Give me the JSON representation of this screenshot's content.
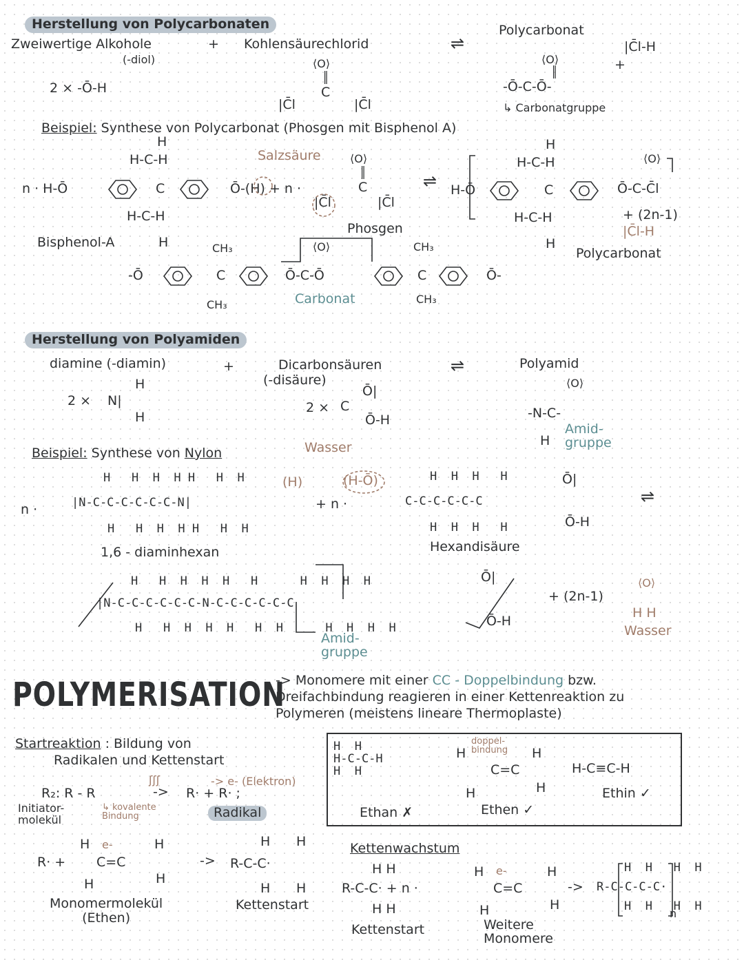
{
  "polycarbonate": {
    "heading": "Herstellung von Polycarbonaten",
    "diol_label": "Zweiwertige Alkohole",
    "diol_sub": "(-diol)",
    "plus": "+",
    "acid_chloride_label": "Kohlensäurechlorid",
    "equilibrium": "⇌",
    "product_label": "Polycarbonat",
    "hcl_formula": "|C̄l-H",
    "diol_formula": "2 × -Ō-H",
    "carbonyl_o": "⟨O⟩",
    "carbonyl_c": "C",
    "cl_left": "|C̄l",
    "cl_right": "|C̄l",
    "carbonate_formula": "-Ō-C-Ō-",
    "carbonate_group": "↳ Carbonatgruppe",
    "example_prefix": "Beispiel:",
    "example_text": " Synthese von Polycarbonat (Phosgen mit Bisphenol A)",
    "salzsaeure": "Salzsäure",
    "n_prefix": "n · H-Ō",
    "oh_part": "Ō-(H) + n ·",
    "methyl_top": "H-C-H",
    "methyl_bottom": "H-C-H",
    "h_top": "H",
    "h_bottom": "H",
    "central_c": "C",
    "phosgen": "Phosgen",
    "bisphenol_label": "Bisphenol-A",
    "product_end": "Ō-C-C̄l",
    "product_start": "H-Ō",
    "byproduct": "+ (2n-1)",
    "byproduct_hcl": "|C̄l-H",
    "product_name": "Polycarbonat",
    "chain_start": "-Ō",
    "chain_end": "Ō-",
    "ch3_top_1": "CH₃",
    "ch3_bottom_1": "CH₃",
    "ch3_top_2": "CH₃",
    "ch3_bottom_2": "CH₃",
    "carbonate_middle": "Ō-C-Ō",
    "carbonat_label": "Carbonat"
  },
  "polyamide": {
    "heading": "Herstellung von Polyamiden",
    "diamine_label": "diamine (-diamin)",
    "plus": "+",
    "dicarbon_label": "Dicarbonsäuren",
    "dicarbon_sub": "(-disäure)",
    "equilibrium": "⇌",
    "product_label": "Polyamid",
    "diamine_formula_factor": "2 ×",
    "diamine_n": "N|",
    "diamine_h": "H",
    "acid_factor": "2 ×",
    "acid_formula": "C",
    "acid_o": "Ō|",
    "acid_oh": "Ō-H",
    "amide_formula": "-N-C-",
    "amide_o": "⟨O⟩",
    "amide_h": "H",
    "amide_group": "Amid-\ngruppe",
    "example_prefix": "Beispiel:",
    "example_text": " Synthese von ",
    "example_name": "Nylon",
    "wasser": "Wasser",
    "n_label": "n ·",
    "diamine_top_h": "H   H  H  H H   H  H",
    "diamine_chain": "|N-C-C-C-C-C-C-N|",
    "diamine_bottom_h": "H   H  H  H H   H  H",
    "diamine_end_h": "(H)",
    "plus_n": "+ n ·",
    "acid_oh_left": "(H-Ō)",
    "acid_chain_top": "H  H  H   H",
    "acid_chain": "C-C-C-C-C-C",
    "acid_chain_bottom": "H  H  H   H",
    "acid_right_o": "Ō|",
    "acid_right_oh": "Ō-H",
    "diamin_name": "1,6 - diaminhexan",
    "hexan_name": "Hexandisäure",
    "product_top": "H   H  H  H  H   H      H  H  H  H",
    "product_chain": "|N-C-C-C-C-C-C-N-C-C-C-C-C-C",
    "product_bottom": "H   H  H  H  H   H  H      H  H  H  H",
    "product_oh": "Ō-H",
    "product_o": "Ō|",
    "water_count": "+ (2n-1)",
    "water_formula": "H  H",
    "water_label": "Wasser",
    "amide_label": "Amid-\ngruppe"
  },
  "polymerisation": {
    "heading": "POLYMERISATION",
    "description_1": "-> Monomere mit einer ",
    "description_cc": "CC - Doppelbindung",
    "description_2": " bzw.",
    "description_3": "Dreifachbindung reagieren in einer Kettenreaktion zu",
    "description_4": "Polymeren (meistens lineare Thermoplaste)",
    "start_label": "Startreaktion",
    "start_text": " : Bildung von",
    "start_text_2": "Radikalen und Kettenstart",
    "initiator_formula": "R₂: R - R",
    "initiator_label": "Initiator-\nmolekül",
    "covalent_label": "↳ kovalente\nBindung",
    "heat_symbol": "ʃʃʃ",
    "radical_formula": "R· + R· ;",
    "electron_label": "-> e- (Elektron)",
    "radical_label": "Radikal",
    "ethan_formula": "H  H\nH-C-C-H\nH  H",
    "ethan_label": "Ethan ✗",
    "ethen_double_label": "doppel-\nbindung",
    "ethen_formula": "C=C",
    "ethen_label": "Ethen ✓",
    "ethin_formula": "H-C≡C-H",
    "ethin_label": "Ethin ✓",
    "step_radical": "R· +",
    "monomer_h": "H",
    "monomer_cc": "C=C",
    "electron": "e-",
    "arrow": "->",
    "chain_start_formula": "R-C-C·",
    "monomer_label": "Monomermolekül\n(Ethen)",
    "kettenstart_label": "Kettenstart",
    "growth_label": "Kettenwachstum",
    "growth_formula": "R-C-C· + n ·",
    "growth_h": "H  H",
    "growth_start_label": "Kettenstart",
    "growth_monomer": "C=C",
    "more_monomers": "Weitere\nMonomere",
    "final_formula": "R-C-C-C-C·",
    "final_h_top": "H  H   H  H",
    "final_h_bottom": "H  H   H  H",
    "final_n": "n"
  },
  "colors": {
    "ink": "#2f3133",
    "highlight": "#bcc6cf",
    "brown": "#a07c6a",
    "teal": "#5c8e92"
  }
}
